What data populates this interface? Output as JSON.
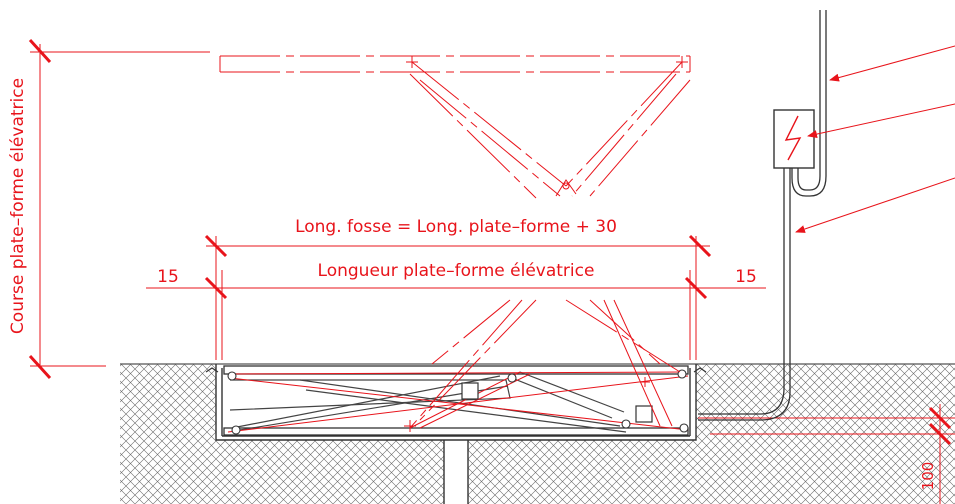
{
  "labels": {
    "course": "Course plate–forme élévatrice",
    "long_fosse": "Long. fosse = Long. plate–forme + 30",
    "longueur_plateforme": "Longueur plate–forme élévatrice",
    "marge_gauche": "15",
    "marge_droite": "15",
    "hauteur_gaine": "100"
  },
  "colors": {
    "lines": "#e8141b",
    "structure": "#3a3a3a",
    "ground": "#555555",
    "background": "#ffffff"
  },
  "icons": {
    "electrical_box": "lightning-bolt-icon"
  }
}
